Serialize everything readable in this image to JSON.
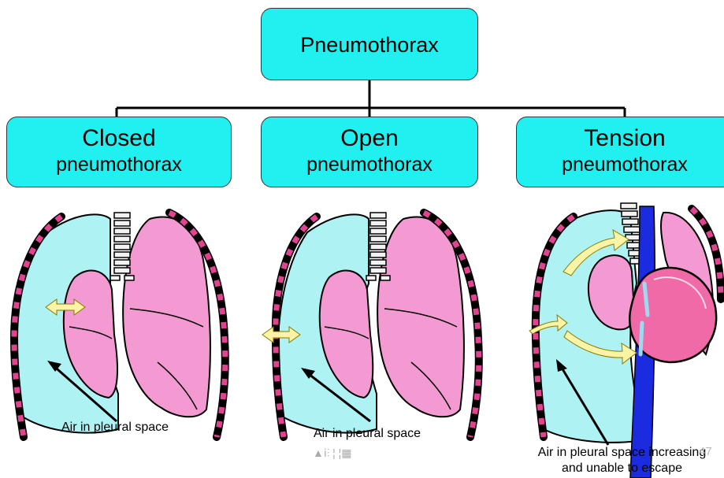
{
  "root": {
    "label": "Pneumothorax"
  },
  "types": [
    {
      "title": "Closed",
      "subtitle": "pneumothorax"
    },
    {
      "title": "Open",
      "subtitle": "pneumothorax"
    },
    {
      "title": "Tension",
      "subtitle": "pneumothorax"
    }
  ],
  "captions": {
    "closed": "Air in pleural space",
    "open": "Air in pleural space",
    "tension_line1": "Air in pleural space increasing",
    "tension_line2": "and unable to escape"
  },
  "footer": {
    "text": "▲ⅰ⫶ ¦ ¦▦",
    "page_number": "47"
  },
  "colors": {
    "box_fill": "#21f0f0",
    "pleural_air": "#aef2f4",
    "lung": "#f49ad2",
    "vessel": "#1a2be0",
    "arrow_yellow": "#fbf3a6"
  }
}
